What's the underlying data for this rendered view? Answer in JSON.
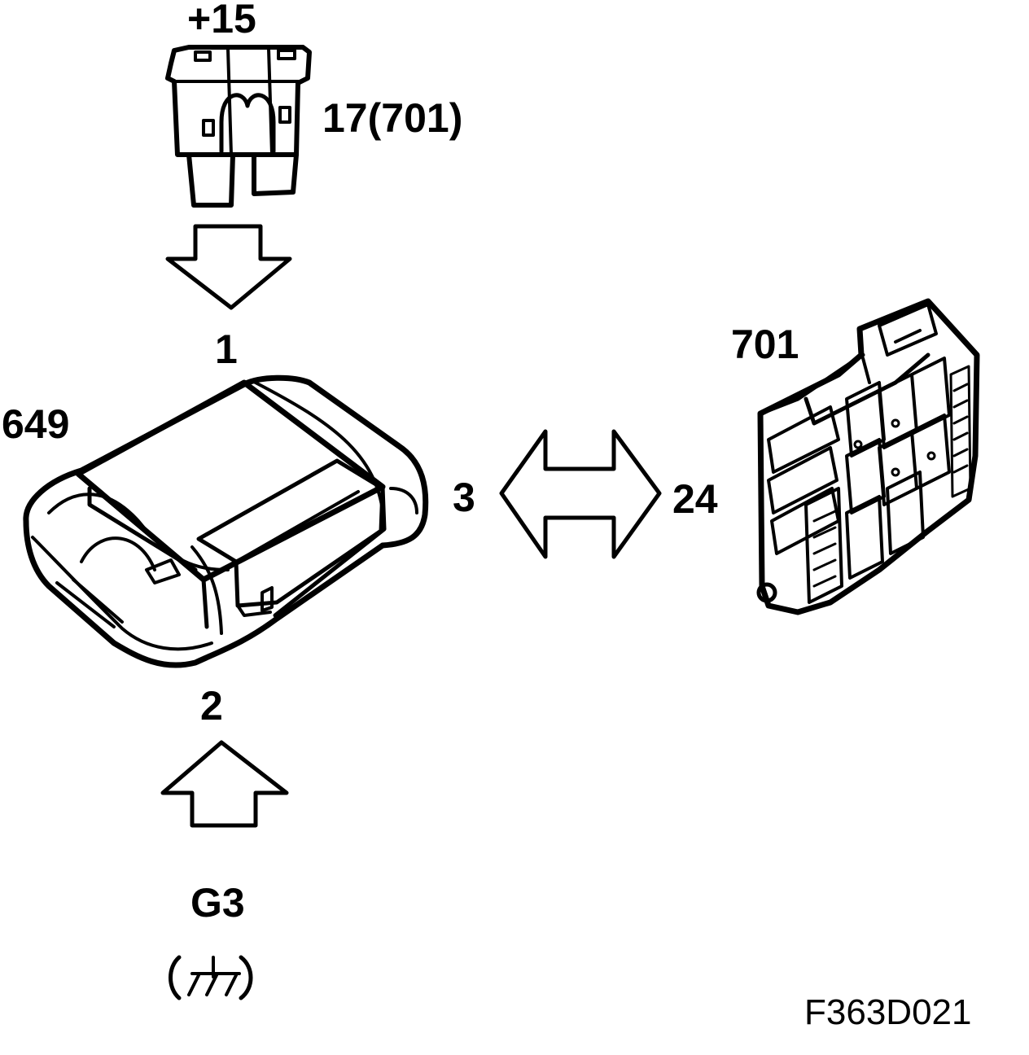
{
  "labels": {
    "fuse_supply": "+15",
    "fuse_id": "17(701)",
    "module_id": "649",
    "module_pin_power": "1",
    "module_pin_ground": "2",
    "module_pin_signal": "3",
    "fusebox_id": "701",
    "fusebox_pin": "24",
    "ground_id": "G3",
    "figure_code": "F363D021"
  },
  "colors": {
    "line": "#000000",
    "background": "#ffffff"
  },
  "icons": {
    "fuse": "blade-fuse-icon",
    "module": "control-module-icon",
    "fusebox": "fuse-box-icon",
    "ground": "chassis-ground-icon"
  }
}
